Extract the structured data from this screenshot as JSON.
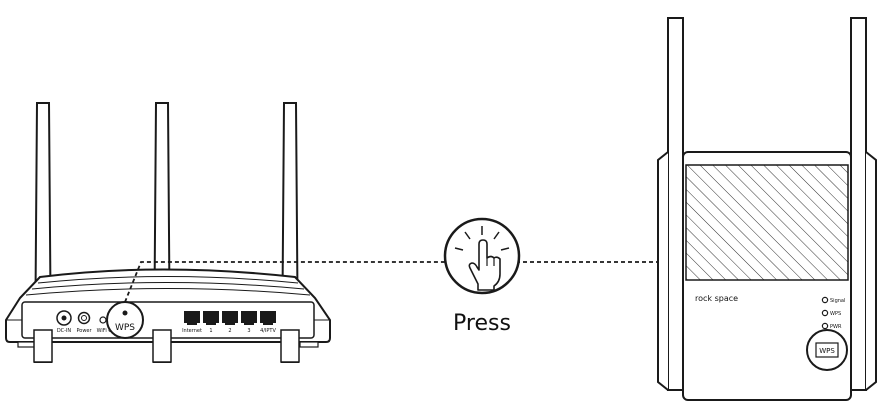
{
  "router": {
    "ports_left": [
      "DC-IN",
      "Power",
      "WiFi On"
    ],
    "wps_label": "WPS",
    "lan_ports": [
      "Internet",
      "1",
      "2",
      "3",
      "4/IPTV"
    ]
  },
  "center": {
    "press_label": "Press",
    "icon": "hand-press-icon"
  },
  "extender": {
    "brand": "rock space",
    "leds": [
      "Signal",
      "WPS",
      "PWR"
    ],
    "wps_button_label": "WPS"
  },
  "colors": {
    "line": "#1a1a1a",
    "background": "#ffffff"
  }
}
